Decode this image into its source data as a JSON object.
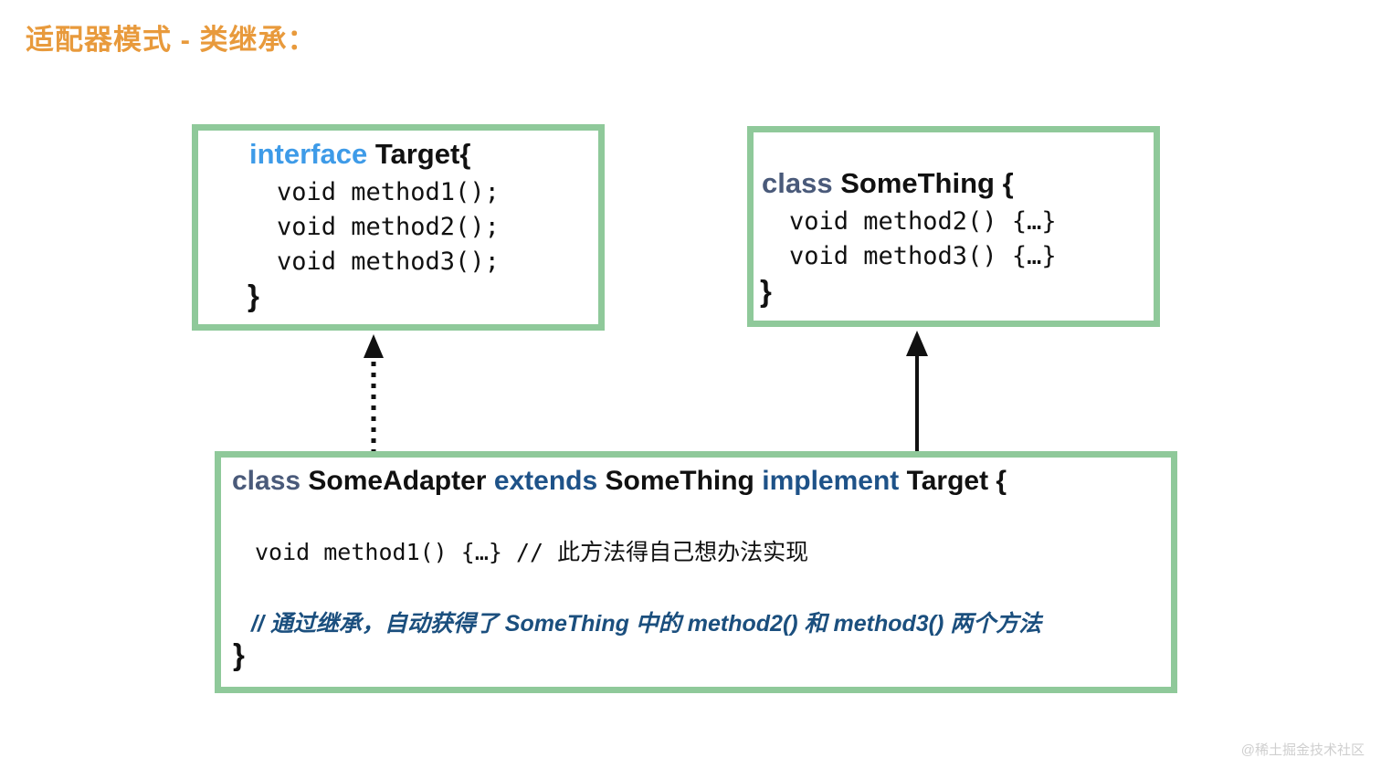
{
  "slide": {
    "title": "适配器模式 - 类继承：",
    "title_color": "#e89a3c",
    "background": "#ffffff",
    "box_border_color": "#8fc99a"
  },
  "boxes": {
    "target": {
      "signature": {
        "keyword": "interface",
        "keyword_color": "#3e9be8",
        "name": "Target",
        "open_brace": "{"
      },
      "lines": [
        "void method1();",
        "void method2();",
        "void method3();"
      ],
      "close_brace": "}"
    },
    "something": {
      "signature": {
        "keyword": "class",
        "keyword_color": "#4a5a7a",
        "name": "SomeThing",
        "open_brace": "{"
      },
      "lines": [
        "void method2() {…}",
        "void method3() {…}"
      ],
      "close_brace": "}"
    },
    "adapter": {
      "signature": {
        "kw_class": "class",
        "name": "SomeAdapter",
        "kw_extends": "extends",
        "super_name": "SomeThing",
        "kw_implement": "implement",
        "interface_name": "Target",
        "open_brace": "{",
        "kw_class_color": "#4a5a7a",
        "kw_extends_color": "#1e5288",
        "kw_implement_color": "#1e5288"
      },
      "method_line": "void method1() {…} // 此方法得自己想办法实现",
      "comment_line": "// 通过继承，自动获得了 SomeThing 中的 method2() 和 method3() 两个方法",
      "comment_color": "#1b4f7e",
      "close_brace": "}"
    }
  },
  "arrows": [
    {
      "id": "implements",
      "style": "dotted",
      "head": "solid-triangle",
      "from": "adapter",
      "to": "target",
      "color": "#111111"
    },
    {
      "id": "extends",
      "style": "solid",
      "head": "solid-triangle",
      "from": "adapter",
      "to": "something",
      "color": "#111111"
    }
  ],
  "watermark": {
    "text": "@稀土掘金技术社区",
    "color": "#cfcfcf"
  }
}
